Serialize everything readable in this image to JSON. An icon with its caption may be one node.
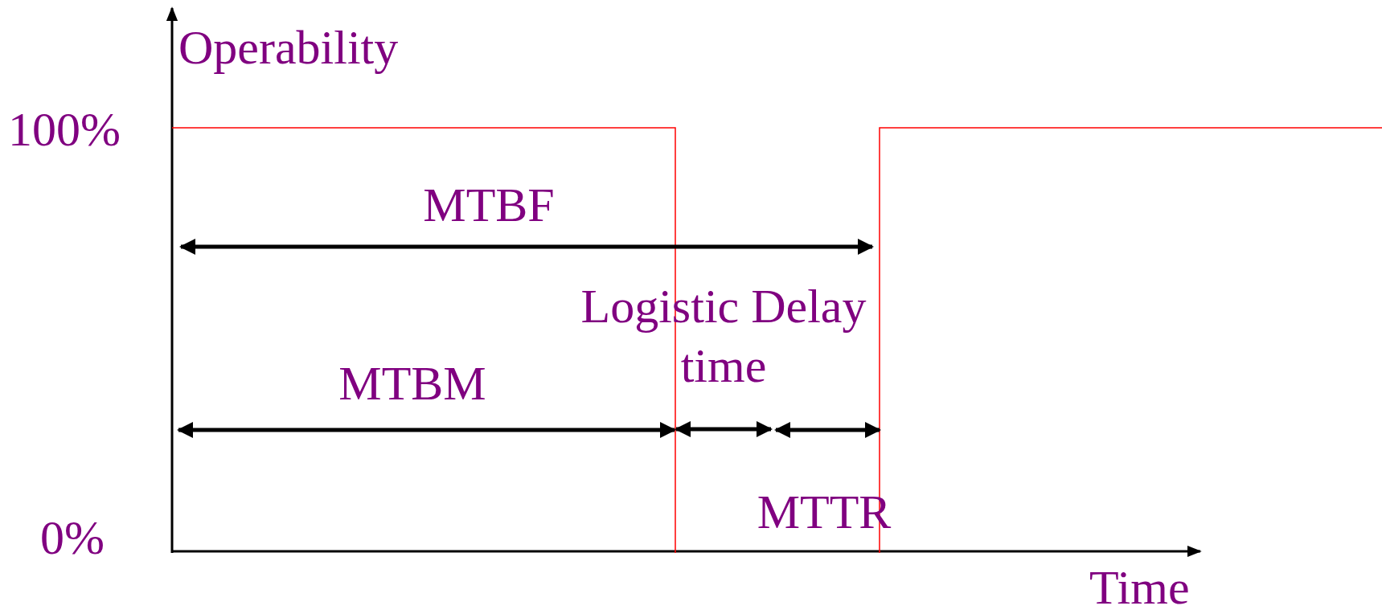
{
  "diagram": {
    "labels": [
      "Operability",
      "100%",
      "MTBF",
      "Logistic Delay time",
      "MTBM",
      "MTTR",
      "0%",
      "Time"
    ]
  }
}
